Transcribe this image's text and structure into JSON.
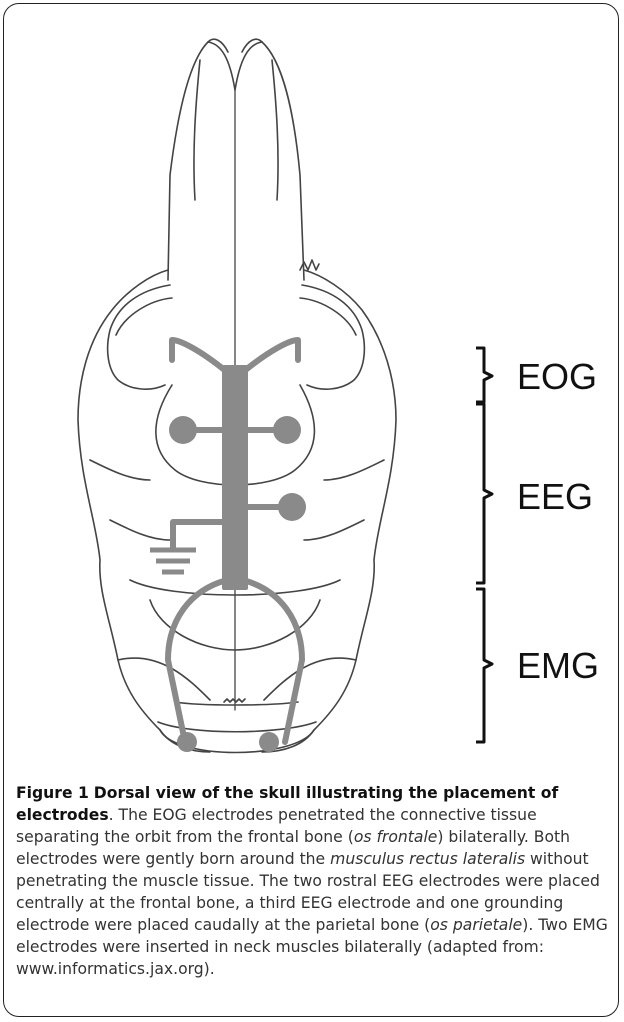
{
  "figure": {
    "bracket_labels": [
      "EOG",
      "EEG",
      "EMG"
    ],
    "colors": {
      "skull_line": "#444444",
      "electrode": "#8a8a8a",
      "bracket": "#111111"
    },
    "icons": [
      "ground-symbol-icon",
      "electrode-pad-icon"
    ]
  },
  "caption": {
    "figure_number": "Figure 1",
    "title": "Dorsal view of the skull illustrating the placement of electrodes",
    "s1_a": ". The EOG electrodes penetrated the connective tissue separating the orbit from the frontal bone (",
    "s1_italic": "os frontale",
    "s1_b": ") bilaterally. Both electrodes were gently born around the ",
    "s2_italic": "musculus rectus lateralis",
    "s2_b": " without penetrating the muscle tissue. The two rostral EEG electrodes were placed centrally at the frontal bone, a third EEG electrode and one grounding electrode were placed caudally at the parietal bone (",
    "s3_italic": "os parietale",
    "s3_b": "). Two EMG electrodes were inserted in neck muscles bilaterally (adapted from: www.informatics.jax.org)."
  }
}
